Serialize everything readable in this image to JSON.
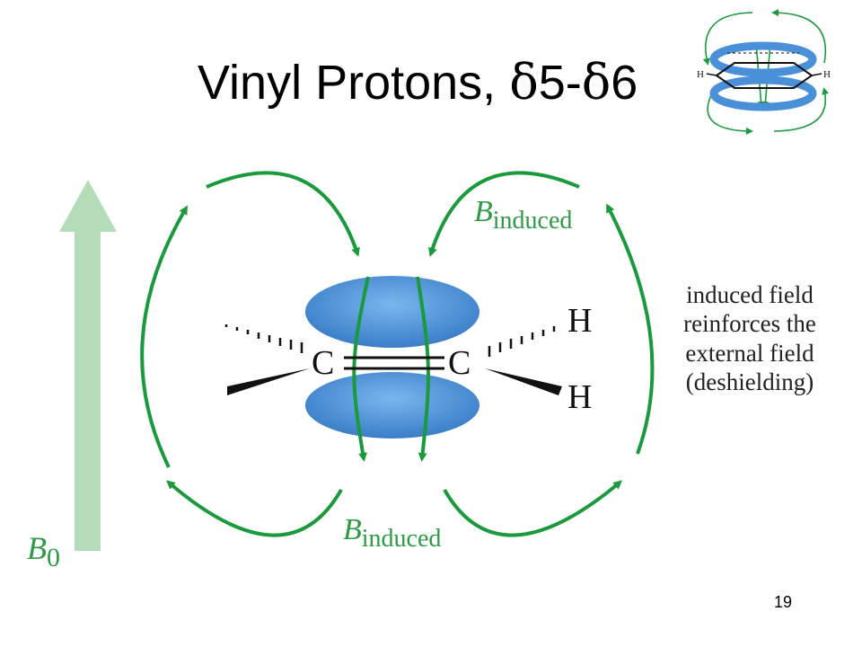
{
  "slide": {
    "title": {
      "main": "Vinyl Protons, ",
      "delta": "δ",
      "range_start": "5-",
      "range_end": "6"
    },
    "page_number": "19"
  },
  "diagram": {
    "b_induced_top": {
      "symbol": "B",
      "subscript": "induced"
    },
    "b_induced_bottom": {
      "symbol": "B",
      "subscript": "induced"
    },
    "b0": {
      "symbol": "B",
      "subscript": "0"
    },
    "atoms": {
      "carbon_left": "C",
      "carbon_right": "C",
      "hydrogen_top": "H",
      "hydrogen_bottom": "H"
    },
    "caption_lines": [
      "induced field",
      "reinforces the",
      "external field",
      "(deshielding)"
    ]
  },
  "inset": {
    "hydrogen_left": "H",
    "hydrogen_right": "H"
  },
  "colors": {
    "field_arrow": "#1a9a3c",
    "pi_cloud": "#4a90d9",
    "b0_arrow": "#b5dcb8",
    "b0_label": "#2e9a46"
  }
}
